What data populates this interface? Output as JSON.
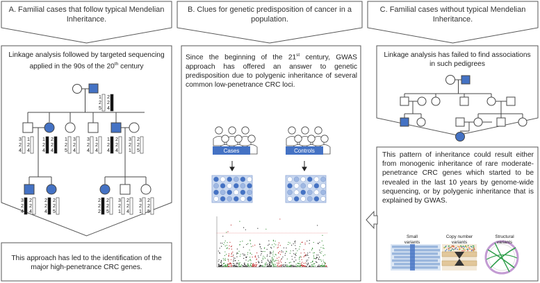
{
  "panels": {
    "a": {
      "header": [
        "A. Familial cases that follow typical Mendelian",
        "Inheritance."
      ],
      "top_text": [
        "Linkage analysis followed by targeted sequencing",
        "applied in the 90s of the 20",
        "th",
        " century"
      ],
      "bottom_text": [
        "This approach has led to the identification of the",
        "major high-penetrance CRC genes."
      ]
    },
    "b": {
      "header": [
        "B. Clues for genetic predisposition of cancer in a",
        "population."
      ],
      "text": [
        "Since the beginning of the 21",
        "st",
        " century, GWAS approach has offered an answer to genetic predisposition due to polygenic inheritance of several common low-penetrance CRC loci."
      ],
      "group_cases": "Cases",
      "group_controls": "Controls"
    },
    "c": {
      "header": [
        "C. Familial cases without typical Mendelian",
        "Inheritance."
      ],
      "top_text": [
        "Linkage analysis has failed to find associations",
        "in such pedigrees"
      ],
      "bottom_text": "This pattern of inheritance could result either from monogenic inheritance of rare moderate-penetrance CRC genes which started to be revealed in the last 10 years by genome-wide sequencing, or by polygenic inheritance that is explained by GWAS.",
      "variant_labels": {
        "small": [
          "Small",
          "variants"
        ],
        "copy": [
          "Copy number",
          "variants"
        ],
        "structural": [
          "Structural",
          "variants"
        ]
      }
    }
  },
  "haplotypes": {
    "grandfather": [
      [
        "1",
        "2",
        "5"
      ],
      [
        "2",
        "2",
        "4"
      ]
    ],
    "child1_partner": [
      [
        "3",
        "2",
        "4"
      ],
      [
        "1",
        "2",
        "4"
      ]
    ],
    "child1": [
      [
        "1",
        "2",
        "4"
      ],
      [
        "2",
        "2",
        "4"
      ]
    ],
    "child2": [
      [
        "1",
        "2",
        "5"
      ],
      [
        "3",
        "2",
        "4"
      ]
    ],
    "child3": [
      [
        "3",
        "2",
        "4"
      ],
      [
        "1",
        "2",
        "4"
      ]
    ],
    "child4": [
      [
        "1",
        "2",
        "4"
      ],
      [
        "2",
        "2",
        "4"
      ]
    ],
    "child4_partner": [
      [
        "3",
        "2",
        "1"
      ],
      [
        "2",
        "2",
        "5"
      ]
    ],
    "gc1": [
      [
        "3",
        "2",
        "4"
      ],
      [
        "2",
        "2",
        "4"
      ]
    ],
    "gc2": [
      [
        "2",
        "2",
        "4"
      ],
      [
        "2",
        "2",
        "5"
      ]
    ],
    "gc3": [
      [
        "2",
        "2",
        "2"
      ],
      [
        "2",
        "2",
        "5"
      ]
    ],
    "gc4": [
      [
        "3",
        "2",
        "1"
      ],
      [
        "2",
        "2",
        "4"
      ]
    ],
    "gc5": [
      [
        "3",
        "2",
        "1"
      ],
      [
        "2",
        "2",
        "5"
      ]
    ]
  },
  "colors": {
    "affected": "#4472C4",
    "border": "#444444",
    "group_bar": "#4472C4",
    "plate": "#c9d8f0",
    "well_dark": "#4472C4",
    "well_light": "#9fb8e3"
  }
}
